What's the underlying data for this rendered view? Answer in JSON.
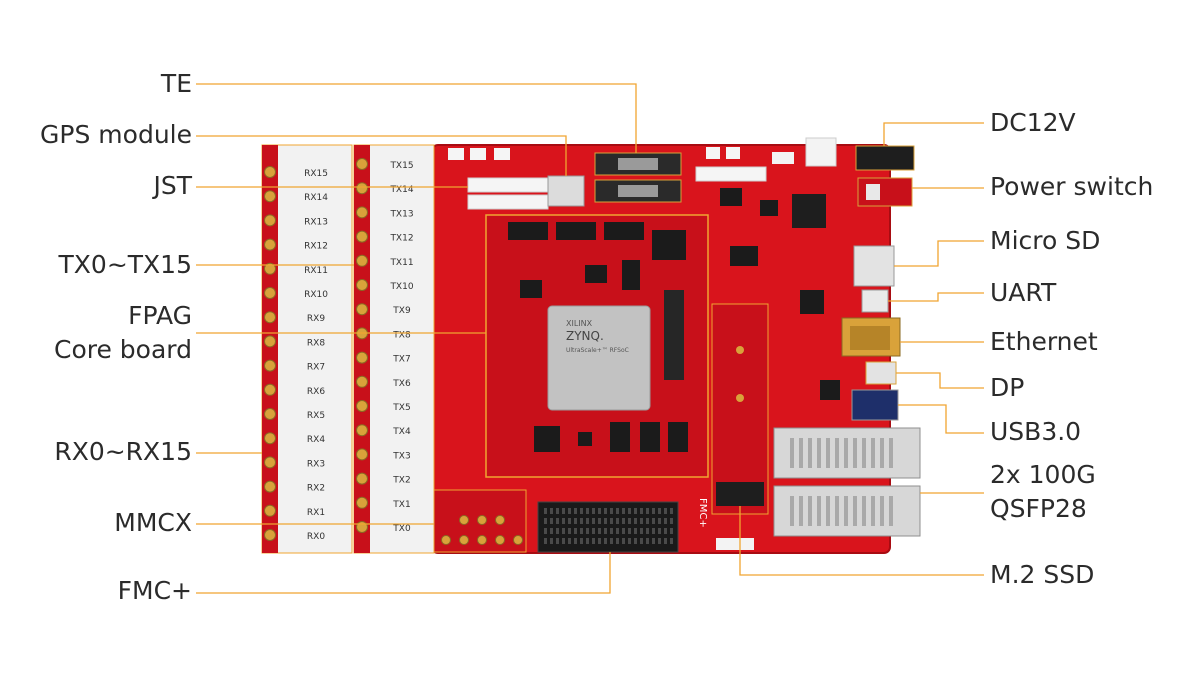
{
  "left_labels": {
    "te": "TE",
    "gps": "GPS module",
    "jst": "JST",
    "tx_range": "TX0~TX15",
    "fpga_line1": "FPAG",
    "fpga_line2": "Core board",
    "rx_range": "RX0~RX15",
    "mmcx": "MMCX",
    "fmc": "FMC+"
  },
  "right_labels": {
    "dc12v": "DC12V",
    "power_switch": "Power switch",
    "micro_sd": "Micro SD",
    "uart": "UART",
    "ethernet": "Ethernet",
    "dp": "DP",
    "usb": "USB3.0",
    "qsfp_line1": "2x 100G",
    "qsfp_line2": "QSFP28",
    "m2": "M.2 SSD"
  },
  "board": {
    "rx_labels": [
      "RX15",
      "RX14",
      "RX13",
      "RX12",
      "RX11",
      "RX10",
      "RX9",
      "RX8",
      "RX7",
      "RX6",
      "RX5",
      "RX4",
      "RX3",
      "RX2",
      "RX1",
      "RX0"
    ],
    "tx_labels": [
      "TX15",
      "TX14",
      "TX13",
      "TX12",
      "TX11",
      "TX10",
      "TX9",
      "TX8",
      "TX7",
      "TX6",
      "TX5",
      "TX4",
      "TX3",
      "TX2",
      "TX1",
      "TX0"
    ],
    "chip_line1": "XILINX",
    "chip_line2": "ZYNQ.",
    "chip_line3": "UltraScale+™ RFSoC",
    "fmc_silk": "FMC+",
    "colors": {
      "pcb": "#d9141c",
      "pcb_dark": "#b50d14",
      "gold": "#d9a23a",
      "leader": "#f0a531",
      "panel": "#f2f2f2",
      "chip": "#bfbfbf"
    }
  }
}
